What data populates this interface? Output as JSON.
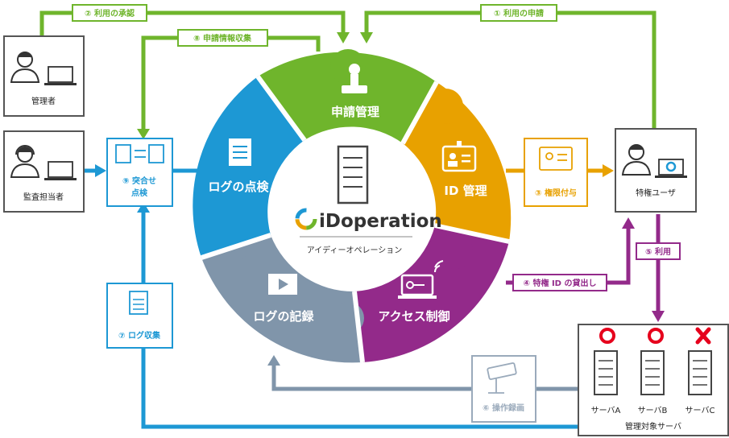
{
  "product": {
    "name": "iDoperation",
    "subtitle": "アイディーオペレーション"
  },
  "segments": [
    {
      "id": "request-management",
      "label": "申請管理",
      "color": "#6fb52c",
      "icon": "stamp-icon"
    },
    {
      "id": "id-management",
      "label": "ID 管理",
      "color": "#e8a100",
      "icon": "id-badge-icon"
    },
    {
      "id": "access-control",
      "label": "アクセス制御",
      "color": "#932a8a",
      "icon": "laptop-key-icon"
    },
    {
      "id": "log-recording",
      "label": "ログの記録",
      "color": "#8095aa",
      "icon": "video-icon"
    },
    {
      "id": "log-audit",
      "label": "ログの点検",
      "color": "#1d98d4",
      "icon": "document-icon"
    }
  ],
  "actors": {
    "admin": "管理者",
    "auditor": "監査担当者",
    "privileged_user": "特権ユーザ"
  },
  "servers": {
    "caption": "管理対象サーバ",
    "items": [
      {
        "label": "サーバA",
        "status": "allowed",
        "mark": "○"
      },
      {
        "label": "サーバB",
        "status": "allowed",
        "mark": "○"
      },
      {
        "label": "サーバC",
        "status": "denied",
        "mark": "✖"
      }
    ]
  },
  "steps": {
    "s1": "① 利用の申請",
    "s2": "② 利用の承認",
    "s3": "③ 権限付与",
    "s4": "④ 特権 ID の貸出し",
    "s5": "⑤ 利用",
    "s6": "⑥ 操作録画",
    "s7": "⑦ ログ収集",
    "s8": "⑧ 申請情報収集",
    "s9a": "⑨ 突合せ",
    "s9b": "点検"
  },
  "colors": {
    "green": "#6fb52c",
    "orange": "#e8a100",
    "purple": "#932a8a",
    "grey": "#8095aa",
    "blue": "#1d98d4",
    "frame": "#555555",
    "red": "#e6001c"
  }
}
